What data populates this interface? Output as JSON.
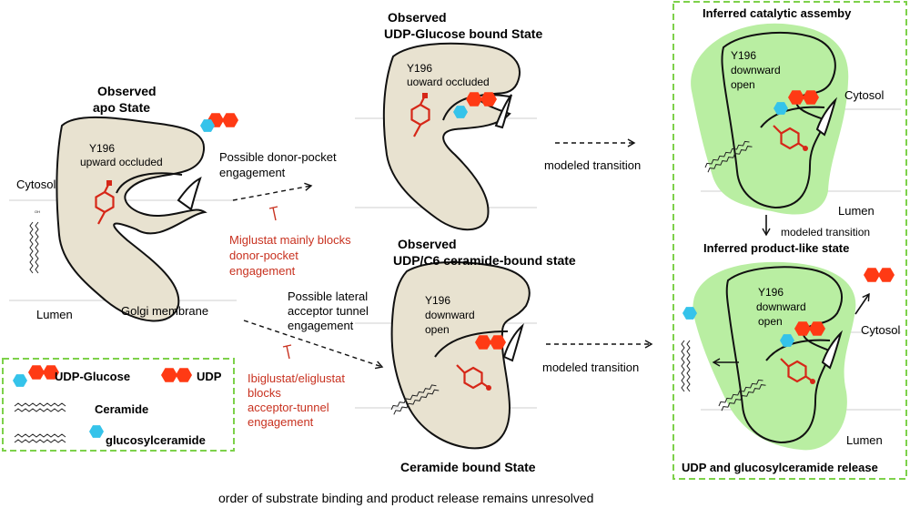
{
  "colors": {
    "enzyme_fill": "#e8e2d0",
    "inferred_fill": "#b9eea2",
    "annotation_red": "#c8311f",
    "udp_red": "#ff3a14",
    "glucose_blue": "#35c3ea",
    "frame_green": "#7dd14a"
  },
  "apo": {
    "title_line1": "Observed",
    "title_line2": "apo State",
    "residue": "Y196",
    "residue_state": "upward occluded",
    "cytosol": "Cytosol",
    "lumen": "Lumen",
    "membrane": "Golgi membrane"
  },
  "udp_glucose_state": {
    "title_line1": "Observed",
    "title_line2": "UDP-Glucose bound State",
    "residue": "Y196",
    "residue_state": "uoward occluded"
  },
  "ceramide_state": {
    "title_line1": "Observed",
    "title_line2": "UDP/C6 ceramide-bound state",
    "residue": "Y196",
    "residue_state_line1": "downward",
    "residue_state_line2": "open",
    "caption": "Ceramide bound State"
  },
  "donor_path": {
    "line1": "Possible donor-pocket",
    "line2": "engagement",
    "inhibitor_line1": "Miglustat mainly blocks",
    "inhibitor_line2": "donor-pocket",
    "inhibitor_line3": "engagement"
  },
  "acceptor_path": {
    "line1": "Possible lateral",
    "line2": "acceptor tunnel",
    "line3": "engagement",
    "inhibitor_line1": "Ibiglustat/eliglustat",
    "inhibitor_line2": "blocks",
    "inhibitor_line3": "acceptor-tunnel",
    "inhibitor_line4": "engagement"
  },
  "transitions": {
    "top": "modeled transition",
    "bottom": "modeled transition",
    "vertical": "modeled transition"
  },
  "catalytic": {
    "title": "Inferred catalytic assemby",
    "residue": "Y196",
    "residue_state_line1": "downward",
    "residue_state_line2": "open",
    "cytosol": "Cytosol",
    "lumen": "Lumen"
  },
  "product": {
    "title": "Inferred product-like state",
    "residue": "Y196",
    "residue_state_line1": "downward",
    "residue_state_line2": "open",
    "cytosol": "Cytosol",
    "lumen": "Lumen",
    "caption": "UDP and glucosylceramide release"
  },
  "legend": {
    "udp_glucose": "UDP-Glucose",
    "udp": "UDP",
    "ceramide": "Ceramide",
    "glucosylceramide": "glucosylceramide"
  },
  "footer": "order of substrate binding and product release remains unresolved"
}
